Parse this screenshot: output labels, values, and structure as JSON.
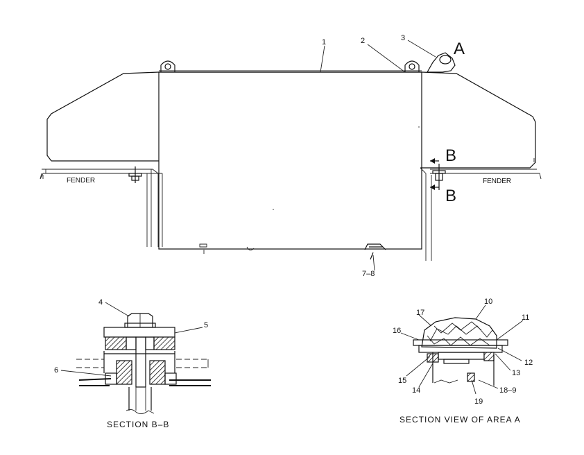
{
  "callouts": {
    "c1": "1",
    "c2": "2",
    "c3": "3",
    "c4": "4",
    "c5": "5",
    "c6": "6",
    "c7_8": "7–8",
    "c10": "10",
    "c11": "11",
    "c12": "12",
    "c13": "13",
    "c14": "14",
    "c15": "15",
    "c16": "16",
    "c17": "17",
    "c18_9": "18–9",
    "c19": "19"
  },
  "view_letters": {
    "a": "A",
    "b_top": "B",
    "b_bottom": "B"
  },
  "labels": {
    "fender_left": "FENDER",
    "fender_right": "FENDER"
  },
  "captions": {
    "section_bb": "SECTION B–B",
    "section_a": "SECTION VIEW OF AREA A"
  }
}
